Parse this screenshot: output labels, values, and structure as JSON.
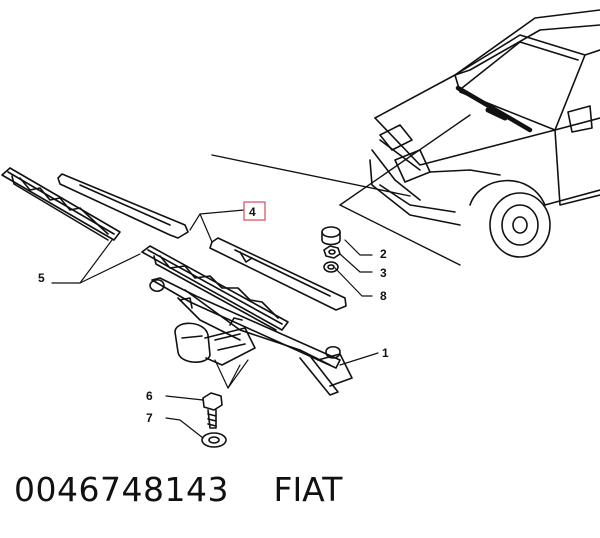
{
  "callouts": {
    "c1": "1",
    "c2": "2",
    "c3": "3",
    "c4": "4",
    "c5": "5",
    "c6": "6",
    "c7": "7",
    "c8": "8"
  },
  "highlight_color": "#e06070",
  "footer": {
    "part_number": "0046748143",
    "brand": "FIAT"
  }
}
